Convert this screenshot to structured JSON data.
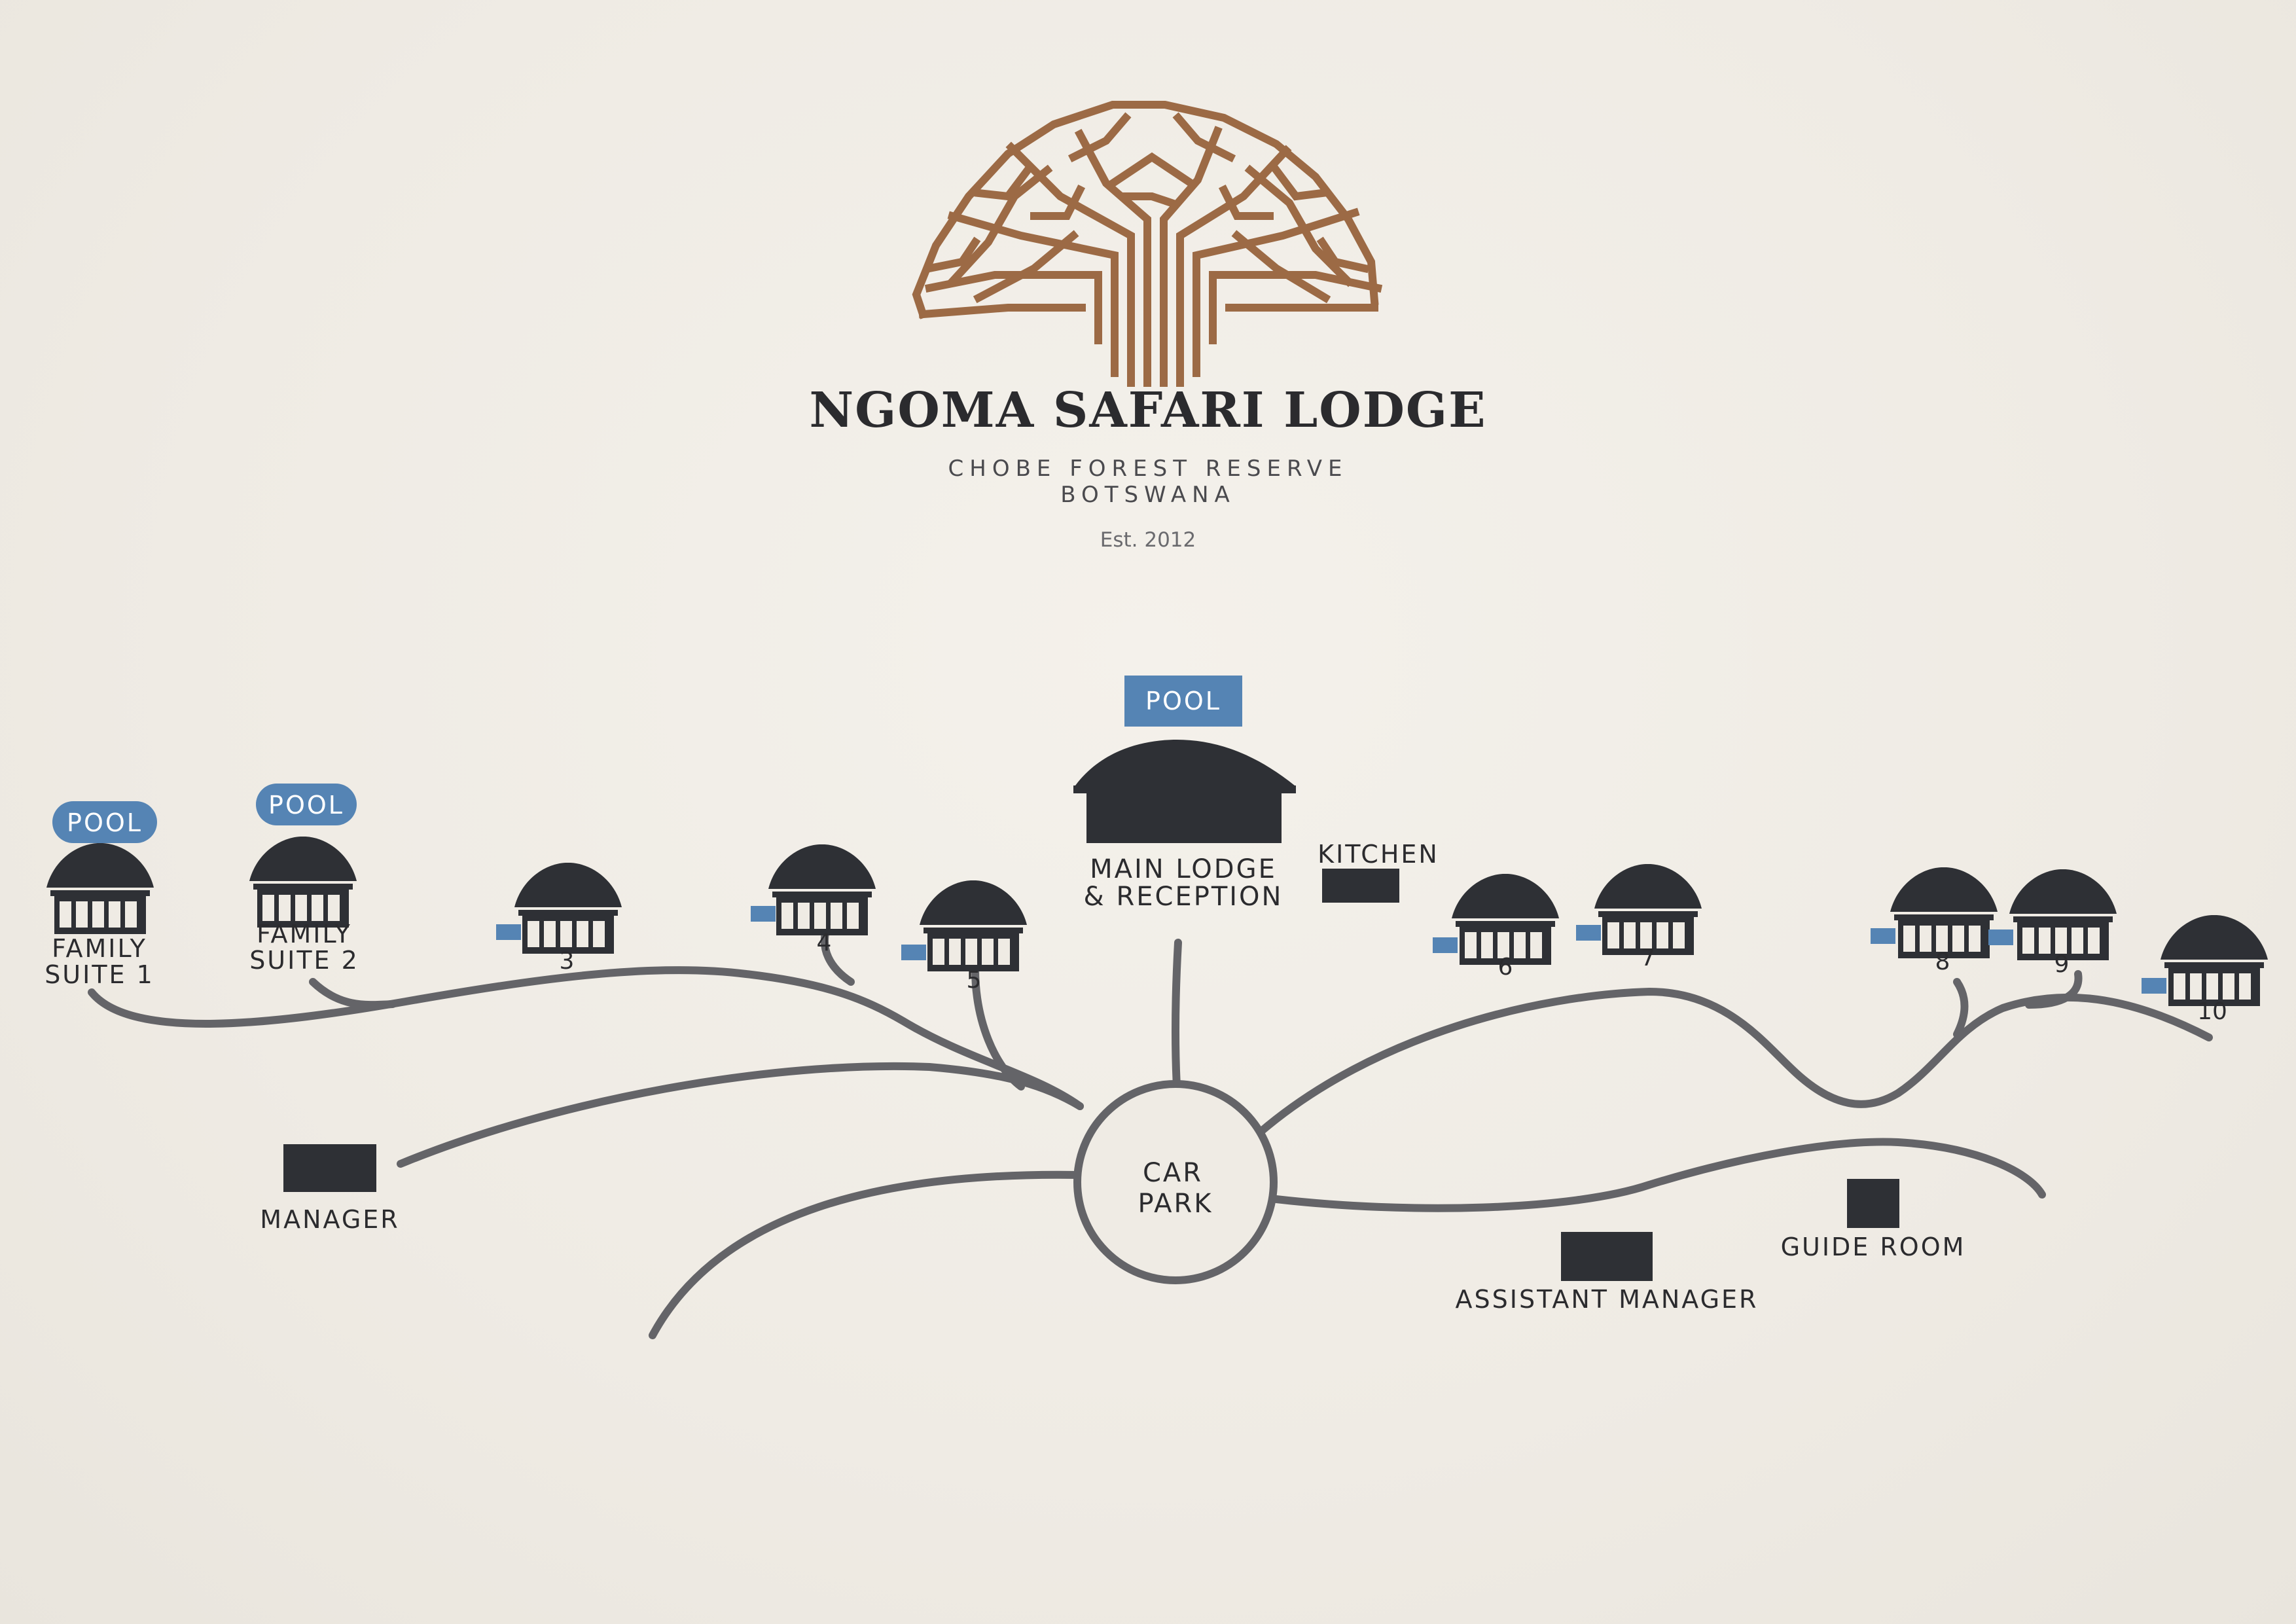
{
  "header": {
    "title": "NGOMA SAFARI LODGE",
    "location_line1": "CHOBE FOREST RESERVE",
    "location_line2": "BOTSWANA",
    "established": "Est. 2012"
  },
  "colors": {
    "background": "#efebe4",
    "building": "#2e3035",
    "road": "#646468",
    "pool": "#5584b4",
    "logo": "#9c6a45"
  },
  "logo": {
    "icon": "tree-logo"
  },
  "pools": {
    "main": "POOL",
    "family_suite_1": "POOL",
    "family_suite_2": "POOL"
  },
  "buildings": {
    "main_lodge_line1": "MAIN LODGE",
    "main_lodge_line2": "& RECEPTION",
    "kitchen": "KITCHEN",
    "car_park_line1": "CAR",
    "car_park_line2": "PARK",
    "manager": "MANAGER",
    "assistant_manager": "ASSISTANT MANAGER",
    "guide_room": "GUIDE ROOM",
    "family_suite_1_line1": "FAMILY",
    "family_suite_1_line2": "SUITE 1",
    "family_suite_2_line1": "FAMILY",
    "family_suite_2_line2": "SUITE 2"
  },
  "chalets": [
    "3",
    "4",
    "5",
    "6",
    "7",
    "8",
    "9",
    "10"
  ]
}
